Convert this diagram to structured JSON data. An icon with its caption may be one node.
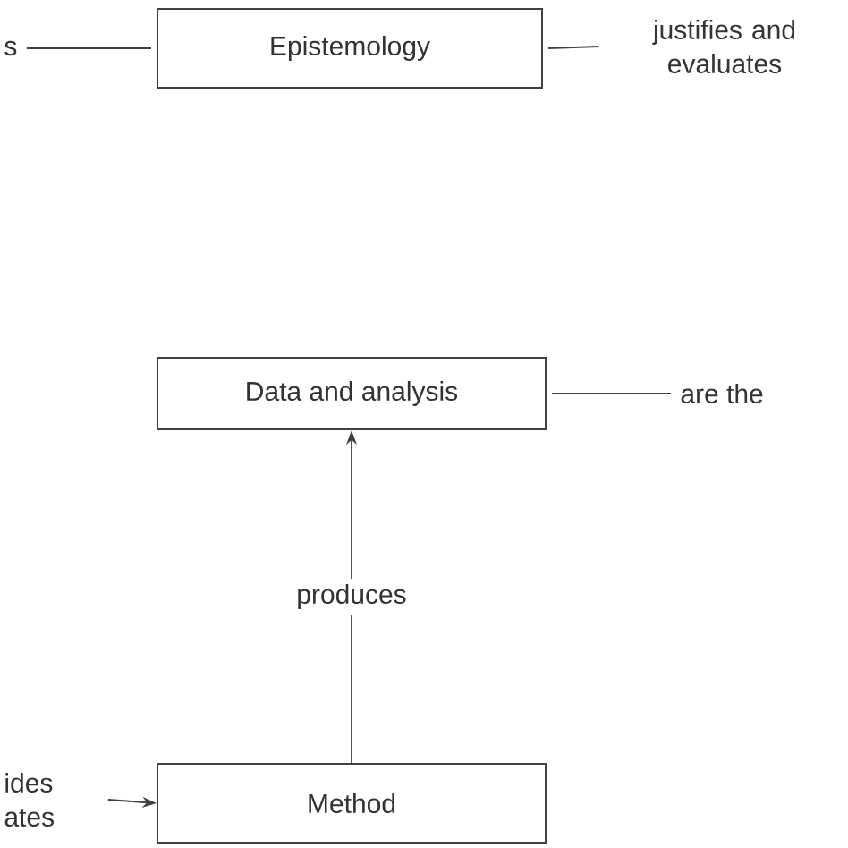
{
  "diagram": {
    "nodes": [
      {
        "text": [
          "s"
        ]
      },
      {
        "text": [
          "Epistemology"
        ]
      },
      {
        "text": [
          "justifies and evaluates"
        ]
      },
      {
        "text": [
          "Data and analysis"
        ]
      },
      {
        "text": [
          "are the"
        ]
      },
      {
        "text": [
          "Method"
        ]
      },
      {
        "text": [
          "ides ates"
        ]
      }
    ],
    "edges": [
      {
        "from": 0,
        "to": 1,
        "arrow": "none"
      },
      {
        "from": 1,
        "to": 2,
        "arrow": "none"
      },
      {
        "from": 3,
        "to": 4,
        "arrow": "none"
      },
      {
        "from": 5,
        "to": 3,
        "arrow": "to",
        "label": "produces"
      },
      {
        "from": 6,
        "to": 5,
        "arrow": "to"
      }
    ]
  }
}
